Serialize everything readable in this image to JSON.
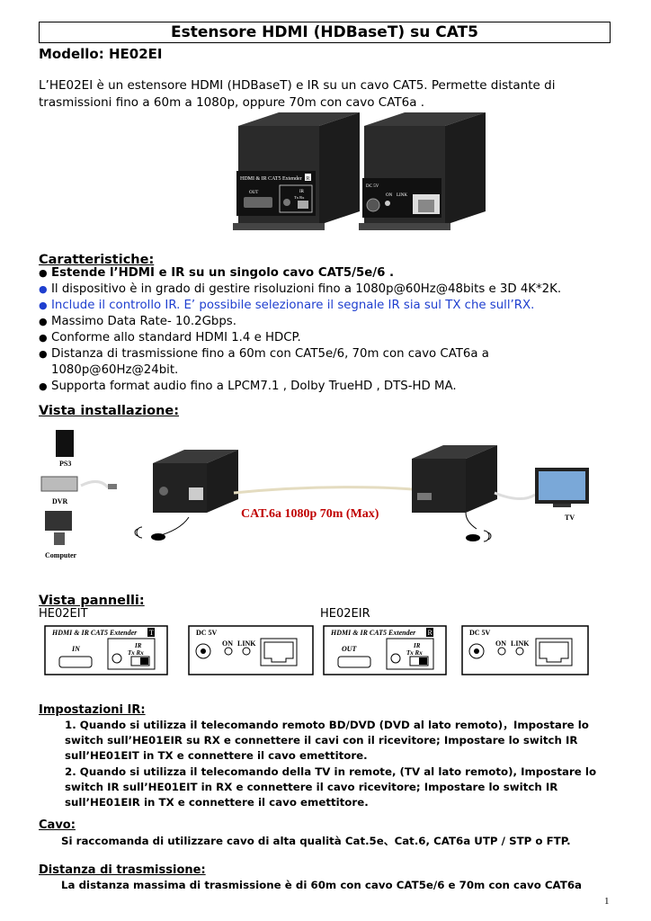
{
  "title": "Estensore HDMI (HDBaseT) su CAT5",
  "model": "Modello: HE02EI",
  "intro": "L’HE02EI è un estensore HDMI (HDBaseT) e IR su un cavo CAT5. Permette distante di trasmissioni fino a 60m a 1080p, oppure 70m con cavo CAT6a .",
  "product_image": {
    "front_label": "HDMI & IR CAT5 Extender",
    "front_badge": "R",
    "front_out": "OUT",
    "front_ir": "IR",
    "front_txrx": "Tx  Rx",
    "rear_dc": "DC 5V",
    "rear_on": "ON",
    "rear_link": "LINK"
  },
  "features": {
    "heading": "Caratteristiche:",
    "items": [
      "Estende l’HDMI e IR su un singolo cavo CAT5/5e/6 .",
      "Il dispositivo è in grado di gestire risoluzioni fino a 1080p@60Hz@48bits e 3D 4K*2K.",
      "Include il controllo IR. E’ possibile selezionare il segnale IR sia sul TX che sull’RX.",
      "Massimo Data Rate- 10.2Gbps.",
      "Conforme allo standard HDMI 1.4 e HDCP.",
      "Distanza di trasmissione fino a 60m con CAT5e/6, 70m con cavo CAT6a a 1080p@60Hz@24bit.",
      "Supporta format audio fino a LPCM7.1 , Dolby TrueHD , DTS-HD MA."
    ]
  },
  "installation": {
    "heading": "Vista installazione:",
    "ps3": "PS3",
    "dvr": "DVR",
    "computer": "Computer",
    "tv": "TV",
    "cable_label": "CAT.6a 1080p 70m (Max)"
  },
  "panels": {
    "heading": "Vista pannelli:",
    "left_model": "HE02EIT",
    "right_model": "HE02EIR",
    "tx_label": "HDMI & IR CAT5 Extender",
    "tx_badge": "T",
    "rx_badge": "R",
    "in": "IN",
    "out": "OUT",
    "ir": "IR",
    "txrx": "Tx  Rx",
    "dc": "DC 5V",
    "on": "ON",
    "link": "LINK"
  },
  "ir_settings": {
    "heading": "Impostazioni IR:",
    "items": [
      "1. Quando si utilizza il telecomando remoto BD/DVD (DVD al lato remoto)，Impostare lo switch sull’HE01EIR su RX e connettere il cavi con il ricevitore; Impostare lo switch IR sull’HE01EIT in TX e connettere il cavo emettitore.",
      "2. Quando si utilizza il telecomando della TV in remote,   (TV al lato remoto), Impostare lo switch IR sull’HE01EIT in RX e connettere il cavo ricevitore; Impostare lo switch IR sull’HE01EIR in TX e connettere il cavo emettitore."
    ]
  },
  "cable": {
    "heading": "Cavo:",
    "text": "Si raccomanda di utilizzare cavo di alta qualità Cat.5e、Cat.6, CAT6a UTP / STP o FTP."
  },
  "distance": {
    "heading": "Distanza di trasmissione:",
    "text": "La distanza massima di trasmissione è di 60m con cavo CAT5e/6 e 70m con cavo CAT6a"
  },
  "page_number": "1"
}
